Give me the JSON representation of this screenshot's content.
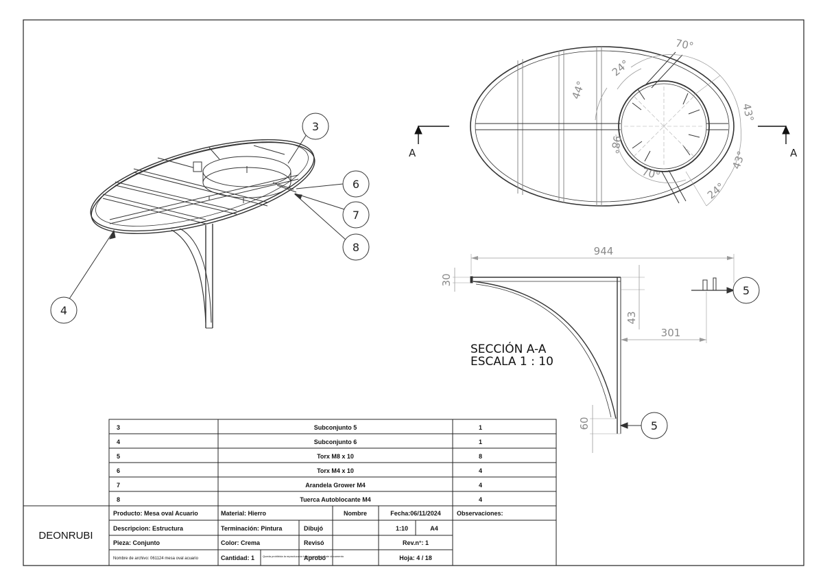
{
  "balloons": {
    "b3": "3",
    "b4": "4",
    "b5a": "5",
    "b5b": "5",
    "b6": "6",
    "b7": "7",
    "b8": "8"
  },
  "section": {
    "marker_left": "A",
    "marker_right": "A",
    "title_line1": "SECCIÓN A-A",
    "title_line2": "ESCALA 1 : 10"
  },
  "dimensions": {
    "width": "944",
    "height_top": "30",
    "offset_43": "43",
    "offset_301": "301",
    "height_bottom": "60"
  },
  "angles": {
    "a70_top": "70°",
    "a24_top": "24°",
    "a44": "44°",
    "a43_right": "43°",
    "a98": "98°",
    "a70_bottom": "70°",
    "a43_lower": "43°",
    "a24_lower": "24°"
  },
  "bom": [
    {
      "item": "3",
      "description": "Subconjunto 5",
      "qty": "1"
    },
    {
      "item": "4",
      "description": "Subconjunto 6",
      "qty": "1"
    },
    {
      "item": "5",
      "description": "Torx M8 x 10",
      "qty": "8"
    },
    {
      "item": "6",
      "description": "Torx M4 x 10",
      "qty": "4"
    },
    {
      "item": "7",
      "description": "Arandela Grower M4",
      "qty": "4"
    },
    {
      "item": "8",
      "description": "Tuerca Autoblocante M4",
      "qty": "4"
    }
  ],
  "title_block": {
    "company": "DEONRUBI",
    "producto": "Producto: Mesa oval Acuario",
    "descripcion": "Descripcion: Estructura",
    "pieza": "Pieza: Conjunto",
    "archivo": "Nombre de archivo: 061124 mesa oval acuario",
    "material": "Material: Hierro",
    "terminacion": "Terminación: Pintura",
    "color": "Color: Crema",
    "cantidad": "Cantidad: 1",
    "dibujo": "Dibujó",
    "reviso": "Revisó",
    "aprobo": "Aprobó",
    "nombre": "Nombre",
    "fecha": "Fecha:06/11/2024",
    "escala": "1:10",
    "formato": "A4",
    "revision": "Rev.n°: 1",
    "hoja": "Hoja: 4 / 18",
    "observaciones": "Observaciones:",
    "nota": "Queda prohibida la reproducción total o parcial de este documento"
  }
}
